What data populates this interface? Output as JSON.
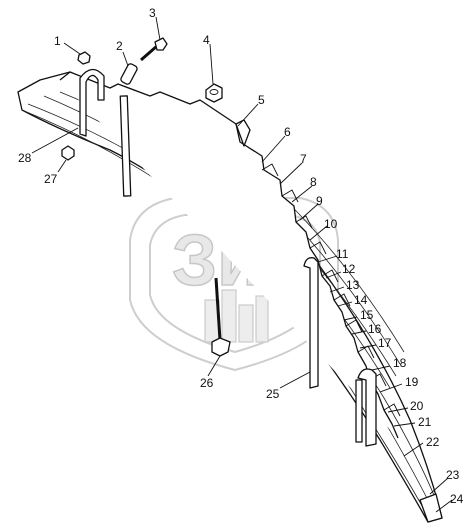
{
  "watermark": {
    "text": "ЗиЛ",
    "icon": "zil-factory-shield-emblem"
  },
  "callouts": [
    {
      "id": "1",
      "label": "1"
    },
    {
      "id": "2",
      "label": "2"
    },
    {
      "id": "3",
      "label": "3"
    },
    {
      "id": "4",
      "label": "4"
    },
    {
      "id": "5",
      "label": "5"
    },
    {
      "id": "6",
      "label": "6"
    },
    {
      "id": "7",
      "label": "7"
    },
    {
      "id": "8",
      "label": "8"
    },
    {
      "id": "9",
      "label": "9"
    },
    {
      "id": "10",
      "label": "10"
    },
    {
      "id": "11",
      "label": "11"
    },
    {
      "id": "12",
      "label": "12"
    },
    {
      "id": "13",
      "label": "13"
    },
    {
      "id": "14",
      "label": "14"
    },
    {
      "id": "15",
      "label": "15"
    },
    {
      "id": "16",
      "label": "16"
    },
    {
      "id": "17",
      "label": "17"
    },
    {
      "id": "18",
      "label": "18"
    },
    {
      "id": "19",
      "label": "19"
    },
    {
      "id": "20",
      "label": "20"
    },
    {
      "id": "21",
      "label": "21"
    },
    {
      "id": "22",
      "label": "22"
    },
    {
      "id": "23",
      "label": "23"
    },
    {
      "id": "24",
      "label": "24"
    },
    {
      "id": "25",
      "label": "25"
    },
    {
      "id": "26",
      "label": "26"
    },
    {
      "id": "27",
      "label": "27"
    },
    {
      "id": "28",
      "label": "28"
    }
  ]
}
